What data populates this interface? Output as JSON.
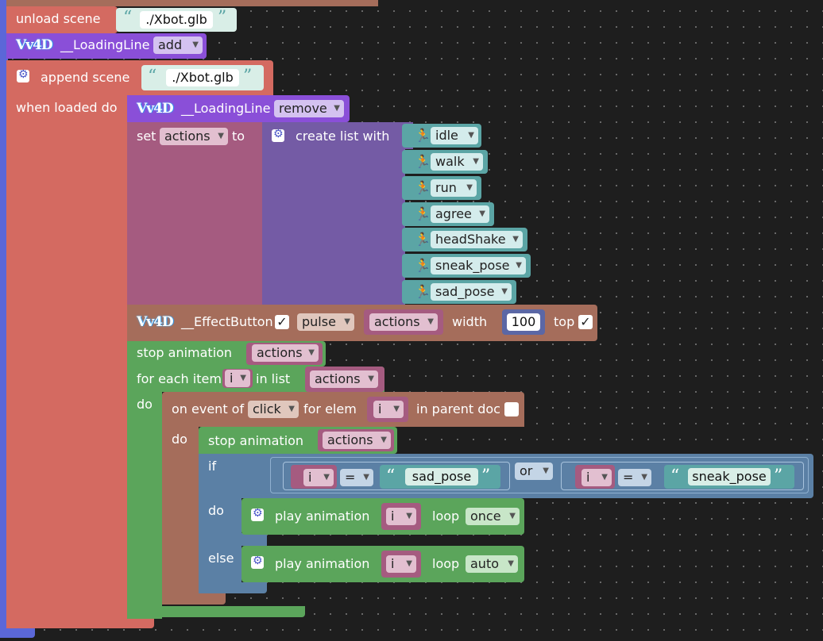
{
  "colors": {
    "scene": "#d46a61",
    "purple_block": "#8a4fd8",
    "var_block": "#a55b80",
    "list_block": "#745ba5",
    "anim_block": "#5ba5a5",
    "effect_block": "#a56d5b",
    "green_block": "#5ba55b",
    "logic_block": "#5b80a5",
    "number_block": "#5b67a5",
    "text_block": "#d9eee7"
  },
  "unload": {
    "label": "unload scene",
    "file": "./Xbot.glb"
  },
  "loading_add": {
    "logo": "Vv4D",
    "label": "__LoadingLine",
    "option": "add"
  },
  "append": {
    "label": "append scene",
    "file": "./Xbot.glb",
    "when_loaded": "when loaded do"
  },
  "loading_remove": {
    "logo": "Vv4D",
    "label": "__LoadingLine",
    "option": "remove"
  },
  "set_block": {
    "set": "set",
    "variable": "actions",
    "to": "to",
    "create_list": "create list with",
    "items": [
      "idle",
      "walk",
      "run",
      "agree",
      "headShake",
      "sneak_pose",
      "sad_pose"
    ]
  },
  "effect": {
    "logo": "Vv4D",
    "label": "__EffectButton",
    "check1": "✓",
    "option": "pulse",
    "variable": "actions",
    "width_label": "width",
    "width_value": "100",
    "top_label": "top",
    "check2": "✓"
  },
  "stop1": {
    "label": "stop animation",
    "variable": "actions"
  },
  "foreach": {
    "label": "for each item",
    "var": "i",
    "in_list": "in list",
    "list": "actions",
    "do": "do"
  },
  "event": {
    "label": "on event of",
    "event": "click",
    "for_elem": "for elem",
    "var": "i",
    "in_parent": "in parent doc",
    "do": "do"
  },
  "stop2": {
    "label": "stop animation",
    "variable": "actions"
  },
  "ifblock": {
    "if": "if",
    "do": "do",
    "else": "else",
    "left": {
      "var": "i",
      "op": "=",
      "text": "sad_pose"
    },
    "or": "or",
    "right": {
      "var": "i",
      "op": "=",
      "text": "sneak_pose"
    }
  },
  "play1": {
    "label": "play animation",
    "var": "i",
    "loop": "loop",
    "mode": "once"
  },
  "play2": {
    "label": "play animation",
    "var": "i",
    "loop": "loop",
    "mode": "auto"
  }
}
